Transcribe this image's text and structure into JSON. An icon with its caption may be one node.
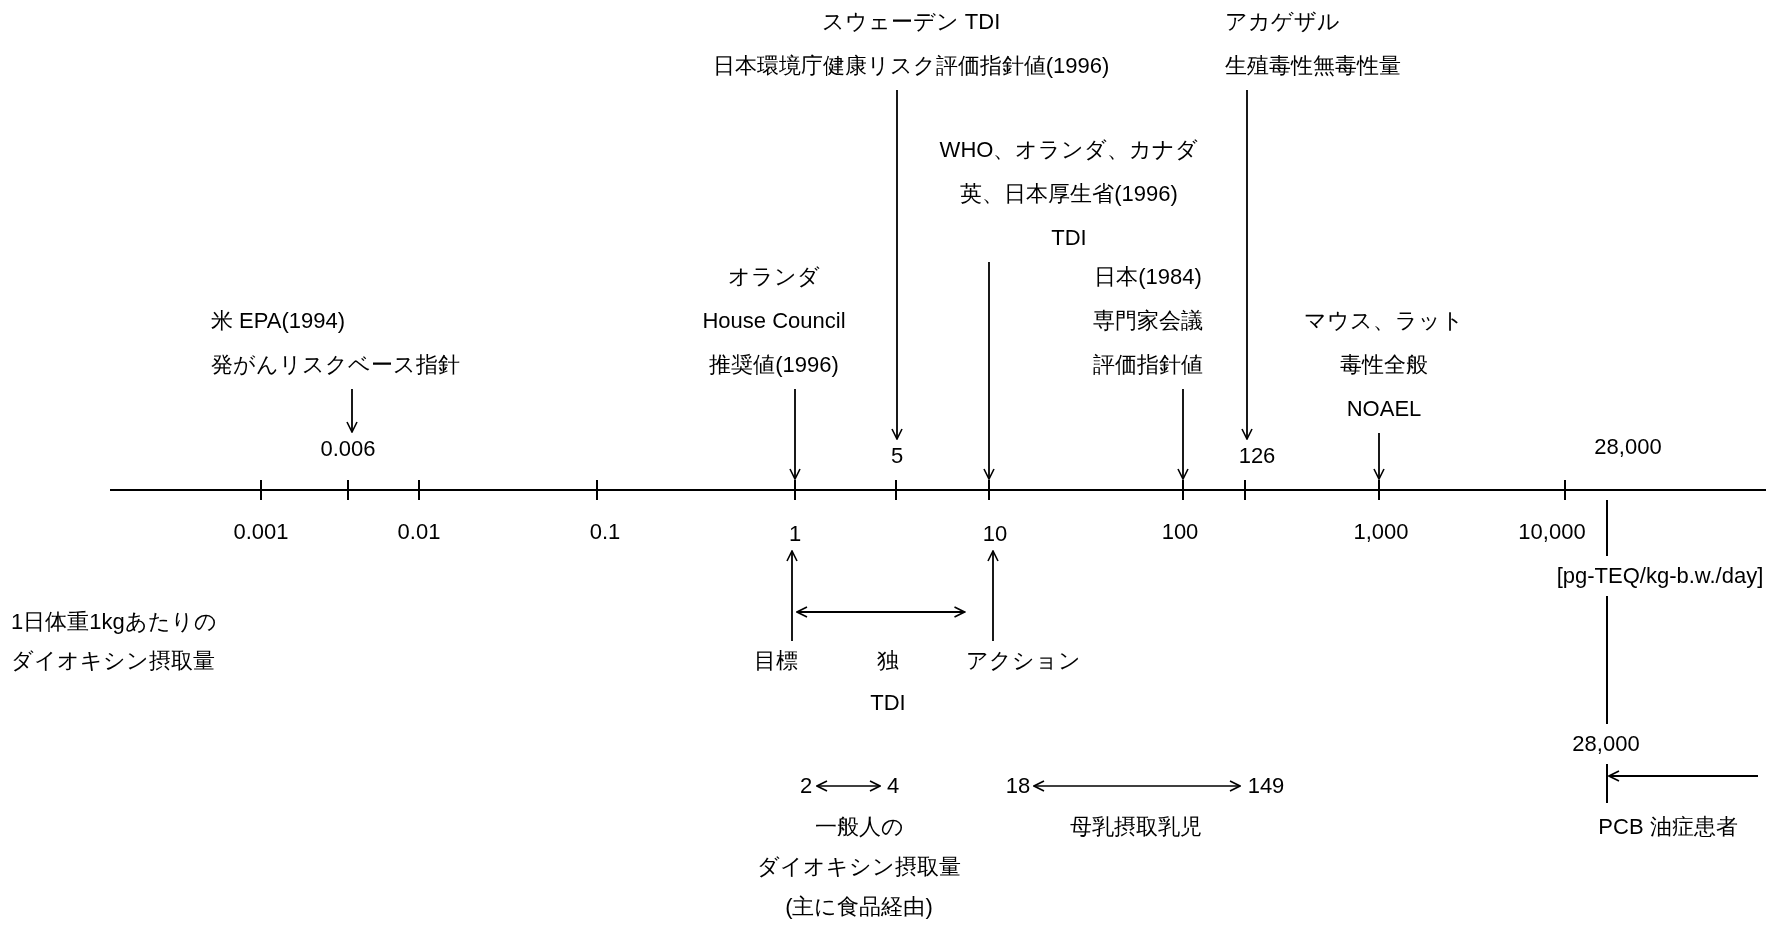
{
  "diagram": {
    "nodes": [
      {
        "text": [
          "スウェーデン TDI",
          "日本環境庁健康リスク評価指針値(1996)"
        ]
      },
      {
        "text": [
          "アカゲザル",
          "生殖毒性無毒性量"
        ]
      },
      {
        "text": [
          "WHO、オランダ、カナダ",
          "英、日本厚生省(1996)",
          "TDI"
        ]
      },
      {
        "text": [
          "オランダ",
          "House Council",
          "推奨値(1996)"
        ]
      },
      {
        "text": [
          "米 EPA(1994)",
          "発がんリスクベース指針"
        ]
      },
      {
        "text": [
          "日本(1984)",
          "専門家会議",
          "評価指針値"
        ]
      },
      {
        "text": [
          "マウス、ラット",
          "毒性全般",
          "NOAEL"
        ]
      },
      {
        "text": [
          "目標"
        ]
      },
      {
        "text": [
          "アクション"
        ]
      },
      {
        "text": [
          "0.006"
        ]
      },
      {
        "text": [
          "5"
        ]
      },
      {
        "text": [
          "126"
        ]
      },
      {
        "text": [
          "1"
        ]
      },
      {
        "text": [
          "10"
        ]
      },
      {
        "text": [],
        "shape": "bar"
      },
      {
        "text": [],
        "shape": "bar"
      }
    ],
    "edges": [
      {
        "from": 0,
        "to": 10,
        "arrow": "to"
      },
      {
        "from": 1,
        "to": 11,
        "arrow": "to"
      },
      {
        "from": 2,
        "to": 14,
        "arrow": "to"
      },
      {
        "from": 3,
        "to": 14,
        "arrow": "to"
      },
      {
        "from": 4,
        "to": 9,
        "arrow": "to"
      },
      {
        "from": 5,
        "to": 14,
        "arrow": "to"
      },
      {
        "from": 6,
        "to": 14,
        "arrow": "to"
      },
      {
        "from": 7,
        "to": 12,
        "arrow": "to"
      },
      {
        "from": 8,
        "to": 13,
        "arrow": "to"
      },
      {
        "from": 7,
        "to": 8,
        "arrow": "both"
      },
      {
        "from": null,
        "to": 15,
        "arrow": "to"
      }
    ],
    "labels": [
      "28,000",
      "0.001",
      "0.01",
      "0.1",
      "100",
      "1,000",
      "10,000",
      "[pg-TEQ/kg-b.w./day]",
      "1日体重1kgあたりのダイオキシン摂取量",
      "独",
      "TDI",
      "2",
      "4",
      "一般人の",
      "ダイオキシン摂取量",
      "(主に食品経由)",
      "18",
      "149",
      "母乳摂取乳児",
      "28,000",
      "PCB 油症患者"
    ]
  }
}
